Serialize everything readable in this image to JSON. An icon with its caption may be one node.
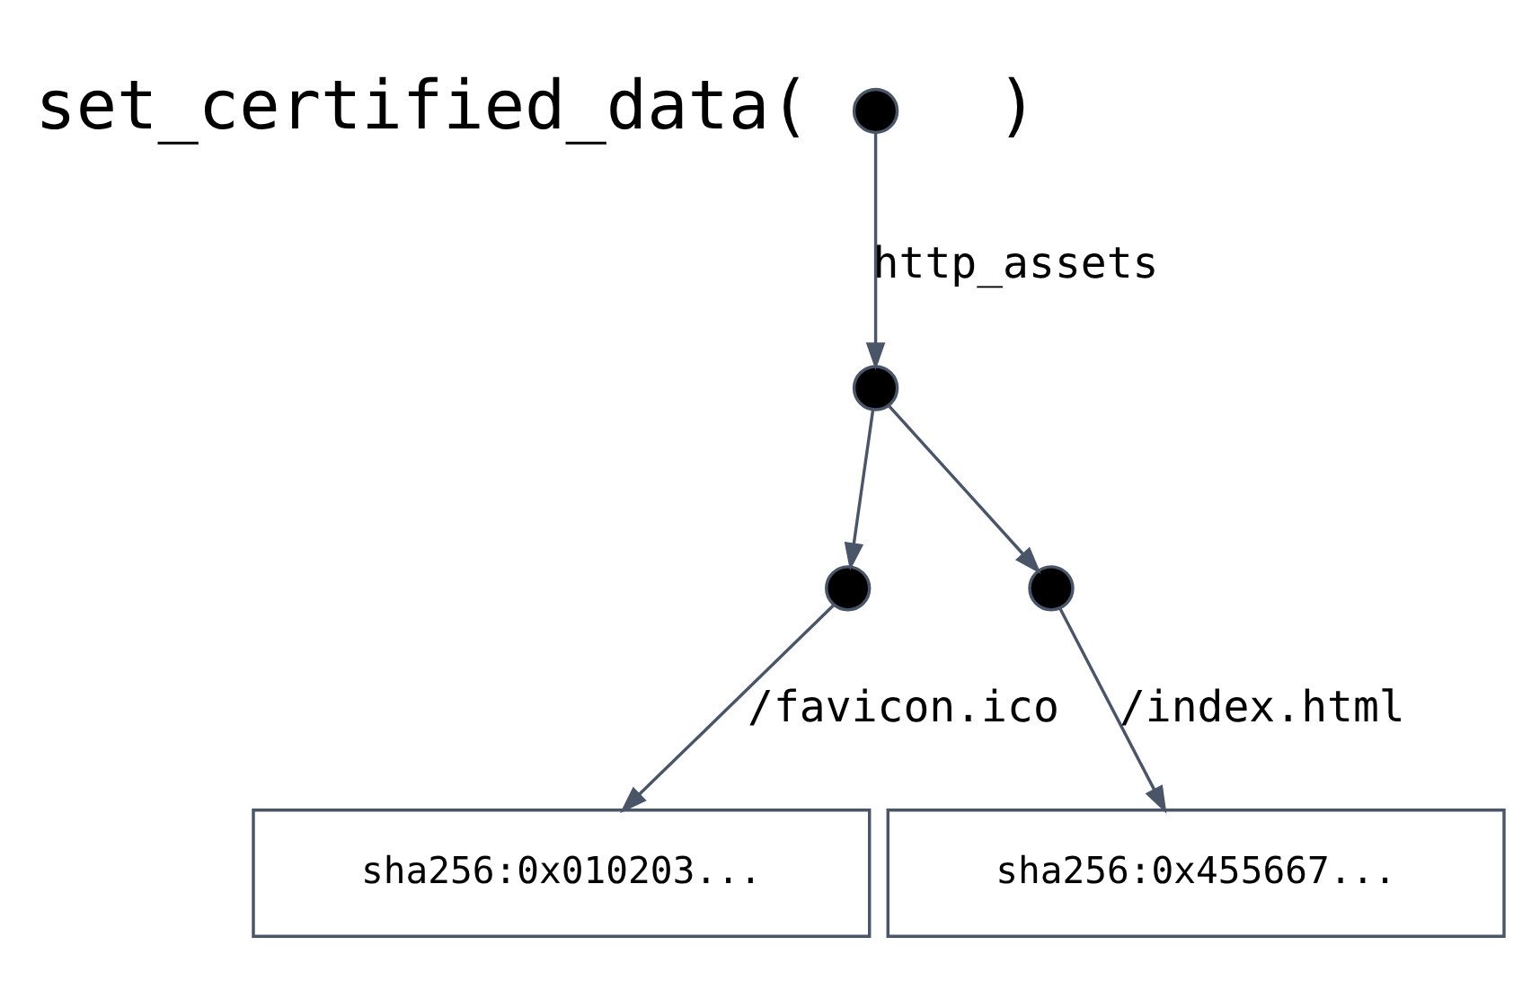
{
  "diagram": {
    "nodes": [
      {
        "text": [],
        "shape": "circle",
        "beside": [
          "set_certified_data(",
          ")"
        ]
      },
      {
        "text": [],
        "shape": "circle"
      },
      {
        "text": [],
        "shape": "circle"
      },
      {
        "text": [],
        "shape": "circle"
      },
      {
        "text": [
          "sha256:0x010203..."
        ]
      },
      {
        "text": [
          "sha256:0x455667..."
        ]
      }
    ],
    "edges": [
      {
        "from": 0,
        "to": 1,
        "arrow": "to",
        "label": "http_assets"
      },
      {
        "from": 1,
        "to": 2,
        "arrow": "to"
      },
      {
        "from": 1,
        "to": 3,
        "arrow": "to"
      },
      {
        "from": 2,
        "to": 4,
        "arrow": "to",
        "label": "/favicon.ico"
      },
      {
        "from": 3,
        "to": 5,
        "arrow": "to",
        "label": "/index.html"
      }
    ]
  }
}
